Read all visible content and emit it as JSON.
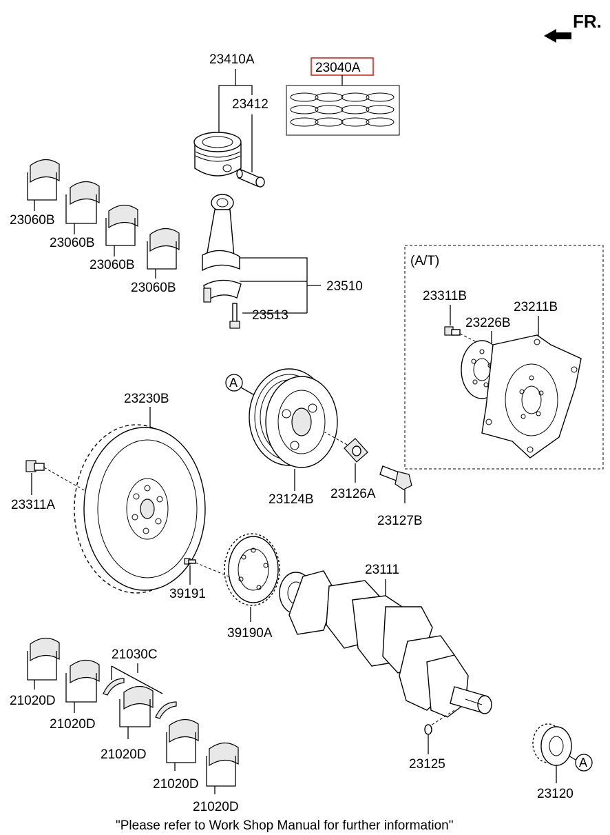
{
  "direction": {
    "label": "FR."
  },
  "labels": {
    "piston": "23410A",
    "ring_set": "23040A",
    "pin": "23412",
    "rod_bearings": [
      "23060B",
      "23060B",
      "23060B",
      "23060B"
    ],
    "conrod": "23510",
    "rod_bolt": "23513",
    "at_group": "(A/T)",
    "bolt_at": "23311B",
    "plate_at": "23226B",
    "driveplate": "23211B",
    "ref_a1": "A",
    "flywheel": "23230B",
    "pulley": "23124B",
    "washer": "23126A",
    "pulley_bolt": "23127B",
    "flywheel_bolt": "23311A",
    "crankshaft": "23111",
    "tone_screw": "39191",
    "tone_wheel": "39190A",
    "thrust_washer": "21030C",
    "main_bearings": [
      "21020D",
      "21020D",
      "21020D",
      "21020D",
      "21020D"
    ],
    "key": "23125",
    "sprocket": "23120",
    "ref_a2": "A"
  },
  "highlight_color": "#e02020",
  "footer": "\"Please refer to Work Shop Manual for further information\""
}
